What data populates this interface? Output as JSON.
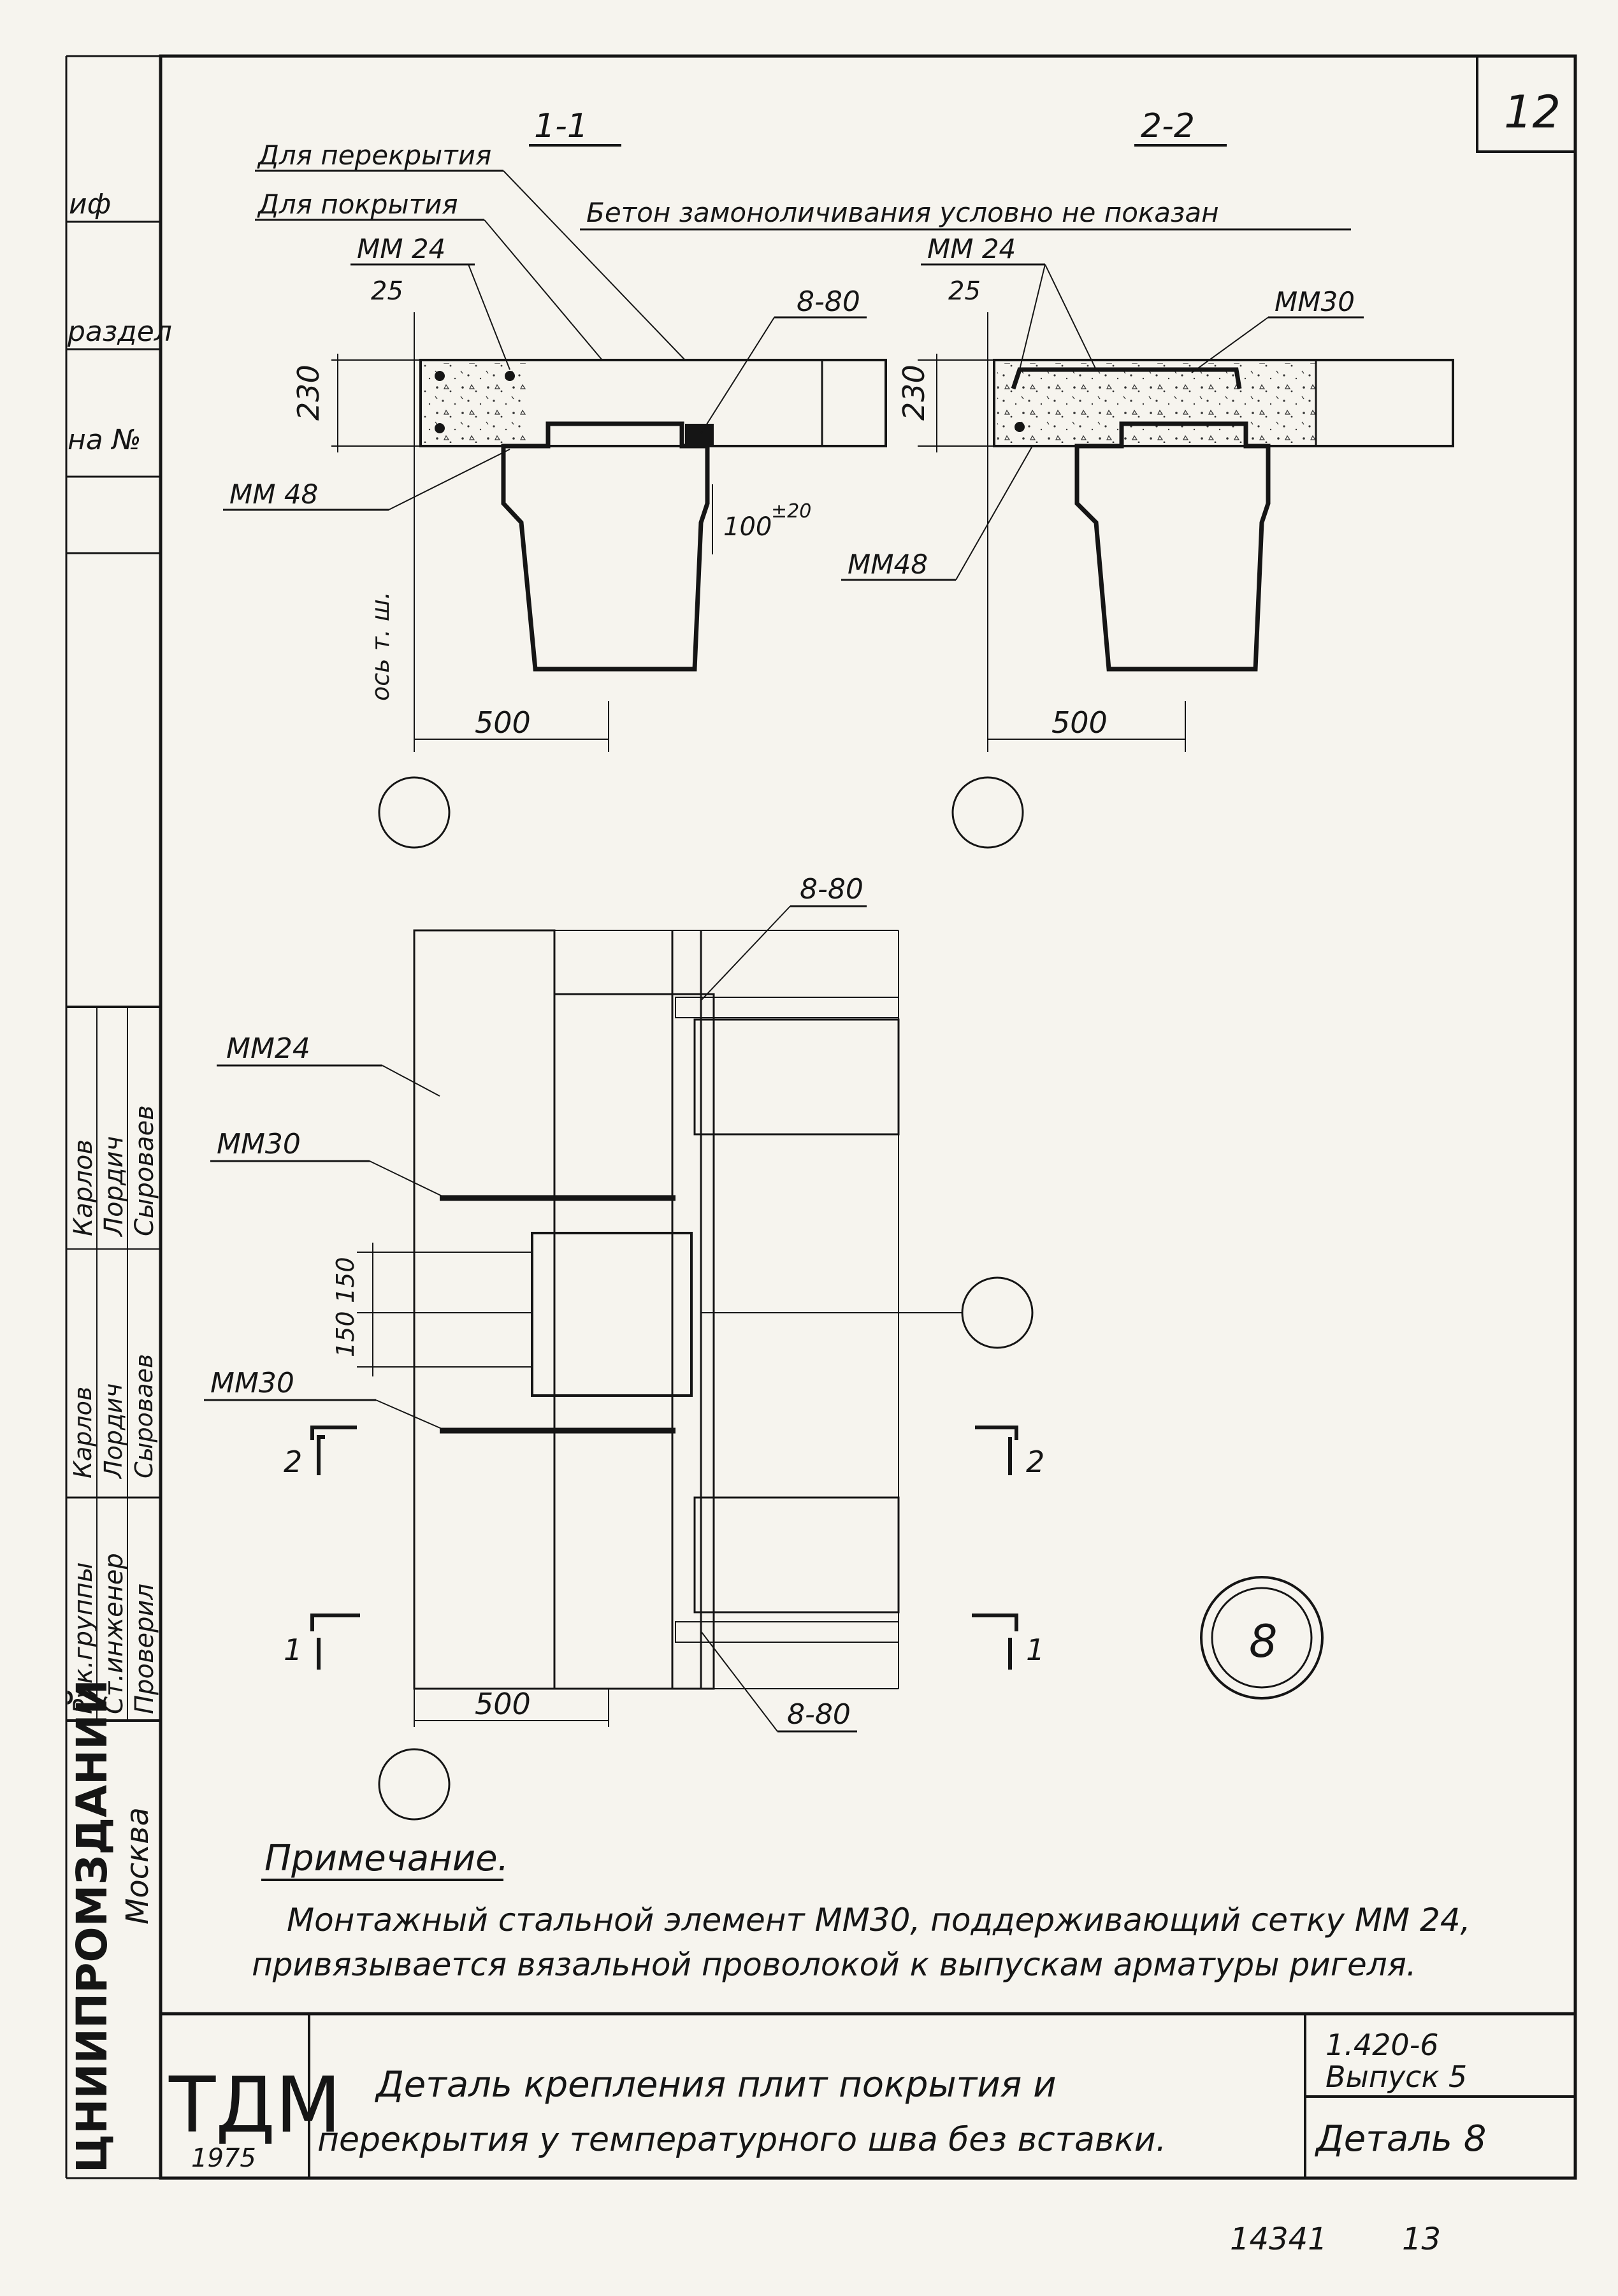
{
  "sheet_number": "12",
  "sections": {
    "s11": "1-1",
    "s22": "2-2"
  },
  "labels": {
    "for_floor": "Для перекрытия",
    "for_roof": "Для покрытия",
    "concrete_note": "Бетон замоноличивания условно не показан",
    "mm24": "ММ 24",
    "mm24b": "ММ 24",
    "mm24_plan": "ММ24",
    "mm30": "ММ30",
    "mm30_plan_top": "ММ30",
    "mm30_plan_bottom": "ММ30",
    "mm48": "ММ 48",
    "mm48b": "ММ48",
    "d25": "25",
    "d25b": "25",
    "weld": "8-80",
    "weld_plan_top": "8-80",
    "weld_plan_bottom": "8-80",
    "h230": "230",
    "h230b": "230",
    "gap": "100",
    "gap_tol": "±20",
    "w500": "500",
    "w500b": "500",
    "w500c": "500",
    "axis": "ось т. ш.",
    "d150a": "150",
    "d150b": "150",
    "cut2": "2",
    "cut2r": "2",
    "cut1": "1",
    "cut1r": "1",
    "detail_no": "8"
  },
  "note": {
    "title": "Примечание.",
    "line1": "Монтажный стальной элемент ММ30, поддерживающий сетку ММ 24,",
    "line2": "привязывается вязальной проволокой к выпускам арматуры ригеля."
  },
  "left_strip": {
    "rows": [
      {
        "role": "Рук.группы",
        "sign": "Карлов",
        "name": "Карлов"
      },
      {
        "role": "Ст.инженер",
        "sign": "Лордич",
        "name": "Лордич"
      },
      {
        "role": "Проверил",
        "sign": "Сыроваев",
        "name": "Сыроваев"
      }
    ],
    "org": "ЦНИИПРОМЗДАНИЙ",
    "city": "Москва",
    "top_cells": [
      "иф",
      "раздел",
      "на №"
    ]
  },
  "title_block": {
    "logo": "ТДМ",
    "year": "1975",
    "title_line1": "Деталь крепления плит покрытия и",
    "title_line2": "перекрытия у температурного шва без вставки.",
    "series": "1.420-6",
    "issue": "Выпуск 5",
    "detail": "Деталь 8"
  },
  "footer": {
    "inventory": "14341",
    "page": "13"
  }
}
